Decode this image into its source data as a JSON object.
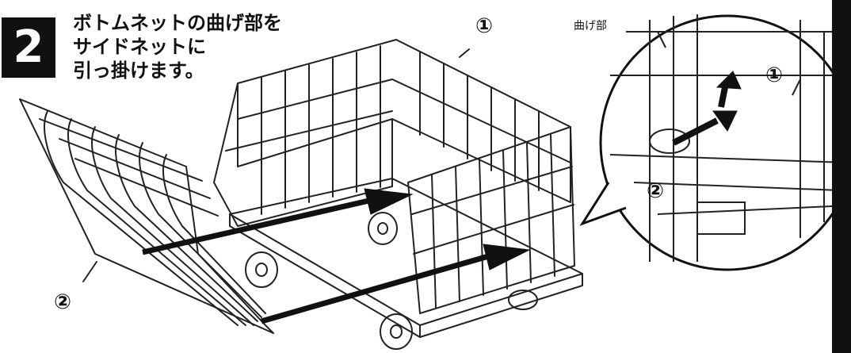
{
  "step": {
    "number": "2",
    "lines": [
      "ボトムネットの曲げ部を",
      "サイドネットに",
      "引っ掛けます。"
    ]
  },
  "labels": {
    "part1": "①",
    "part2": "②",
    "callout_part1": "①",
    "callout_part2": "②",
    "callout_bend": "曲げ部"
  },
  "icons": [
    "arrow-icon",
    "caster-wheel-icon",
    "wire-net-icon"
  ]
}
